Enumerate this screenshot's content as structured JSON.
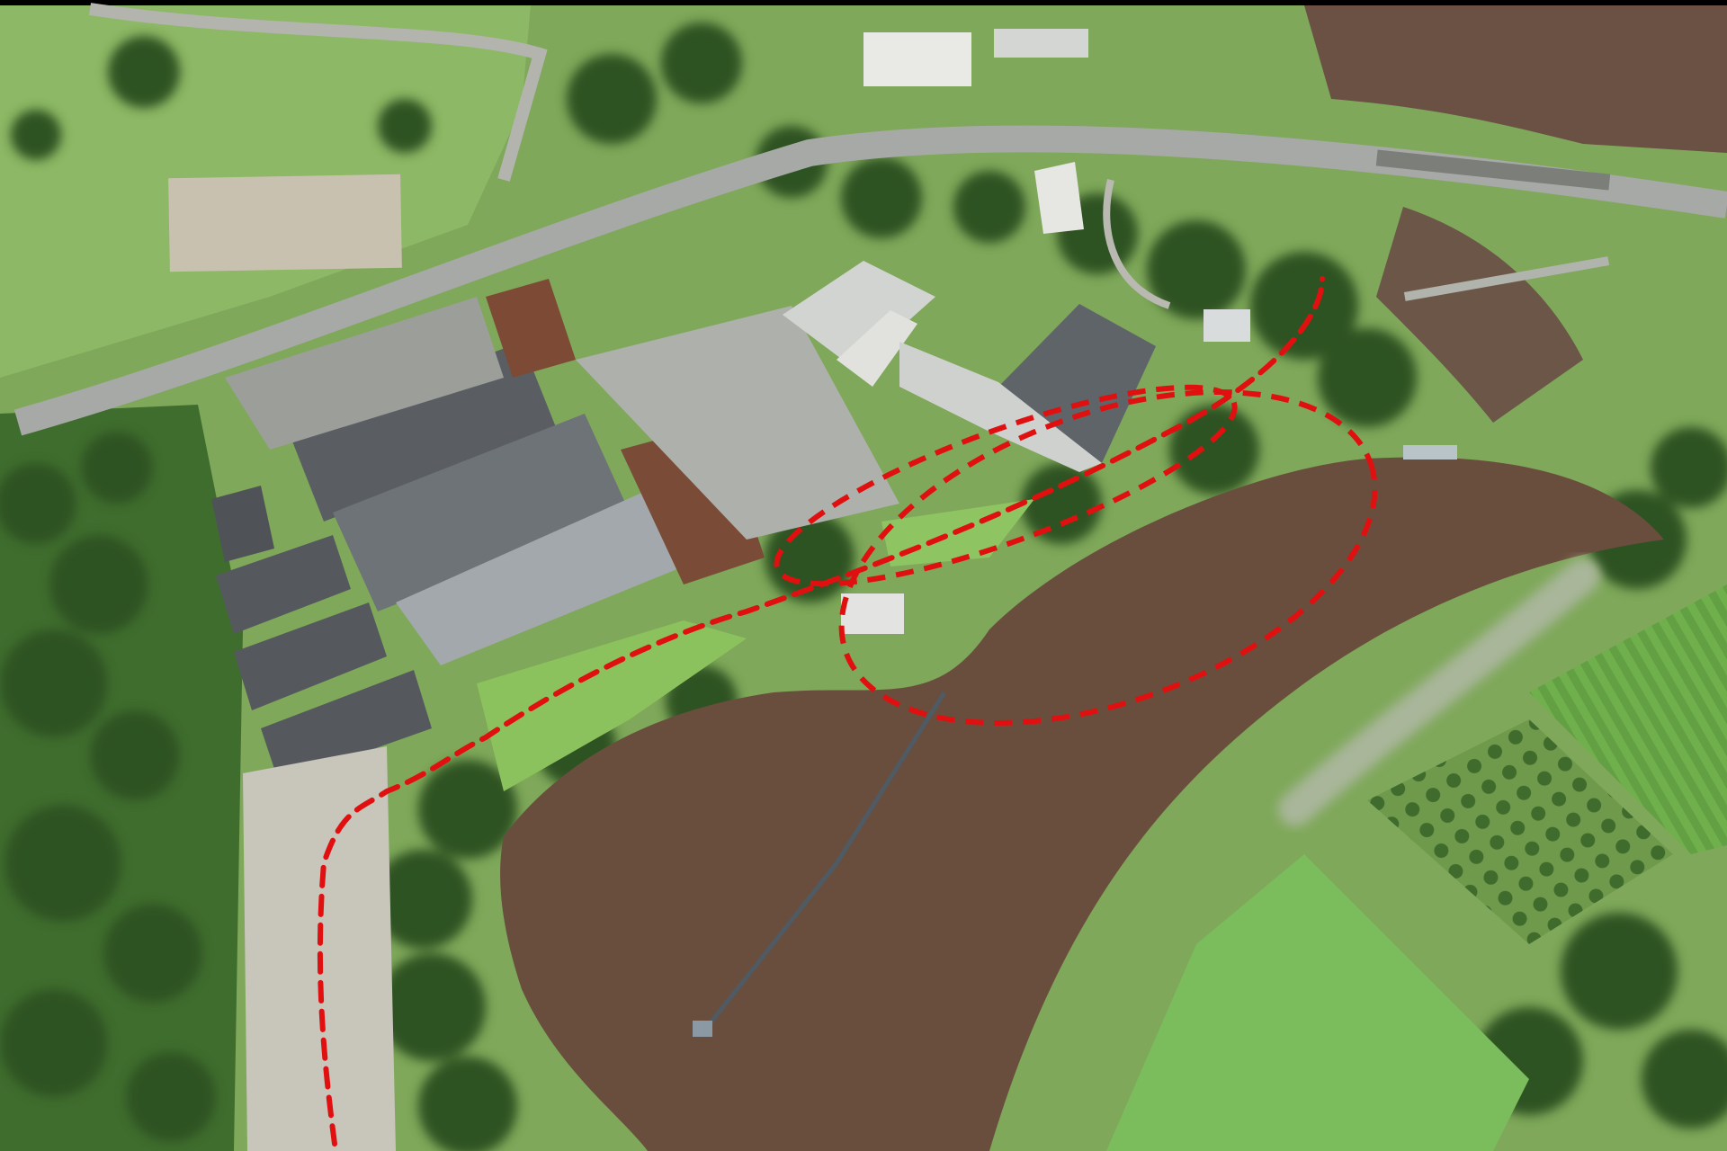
{
  "image": {
    "kind": "aerial-photograph",
    "colors": {
      "frame": "#000000",
      "grass": "#7fa85a",
      "grass_bright": "#8fc463",
      "meadow": "#7bbd5c",
      "trees": "#2f5a24",
      "river": "#6b4f3e",
      "river_dark": "#5a4034",
      "roof": "#5d6166",
      "roof_light": "#9aa0a6",
      "brick": "#7a4a35",
      "road": "#a9aca8",
      "gravel": "#c9c6bd",
      "annotation": "#e01010"
    },
    "annotations": {
      "route_style": "red-dashed-line",
      "zone_style": "red-dashed-ellipse"
    }
  }
}
